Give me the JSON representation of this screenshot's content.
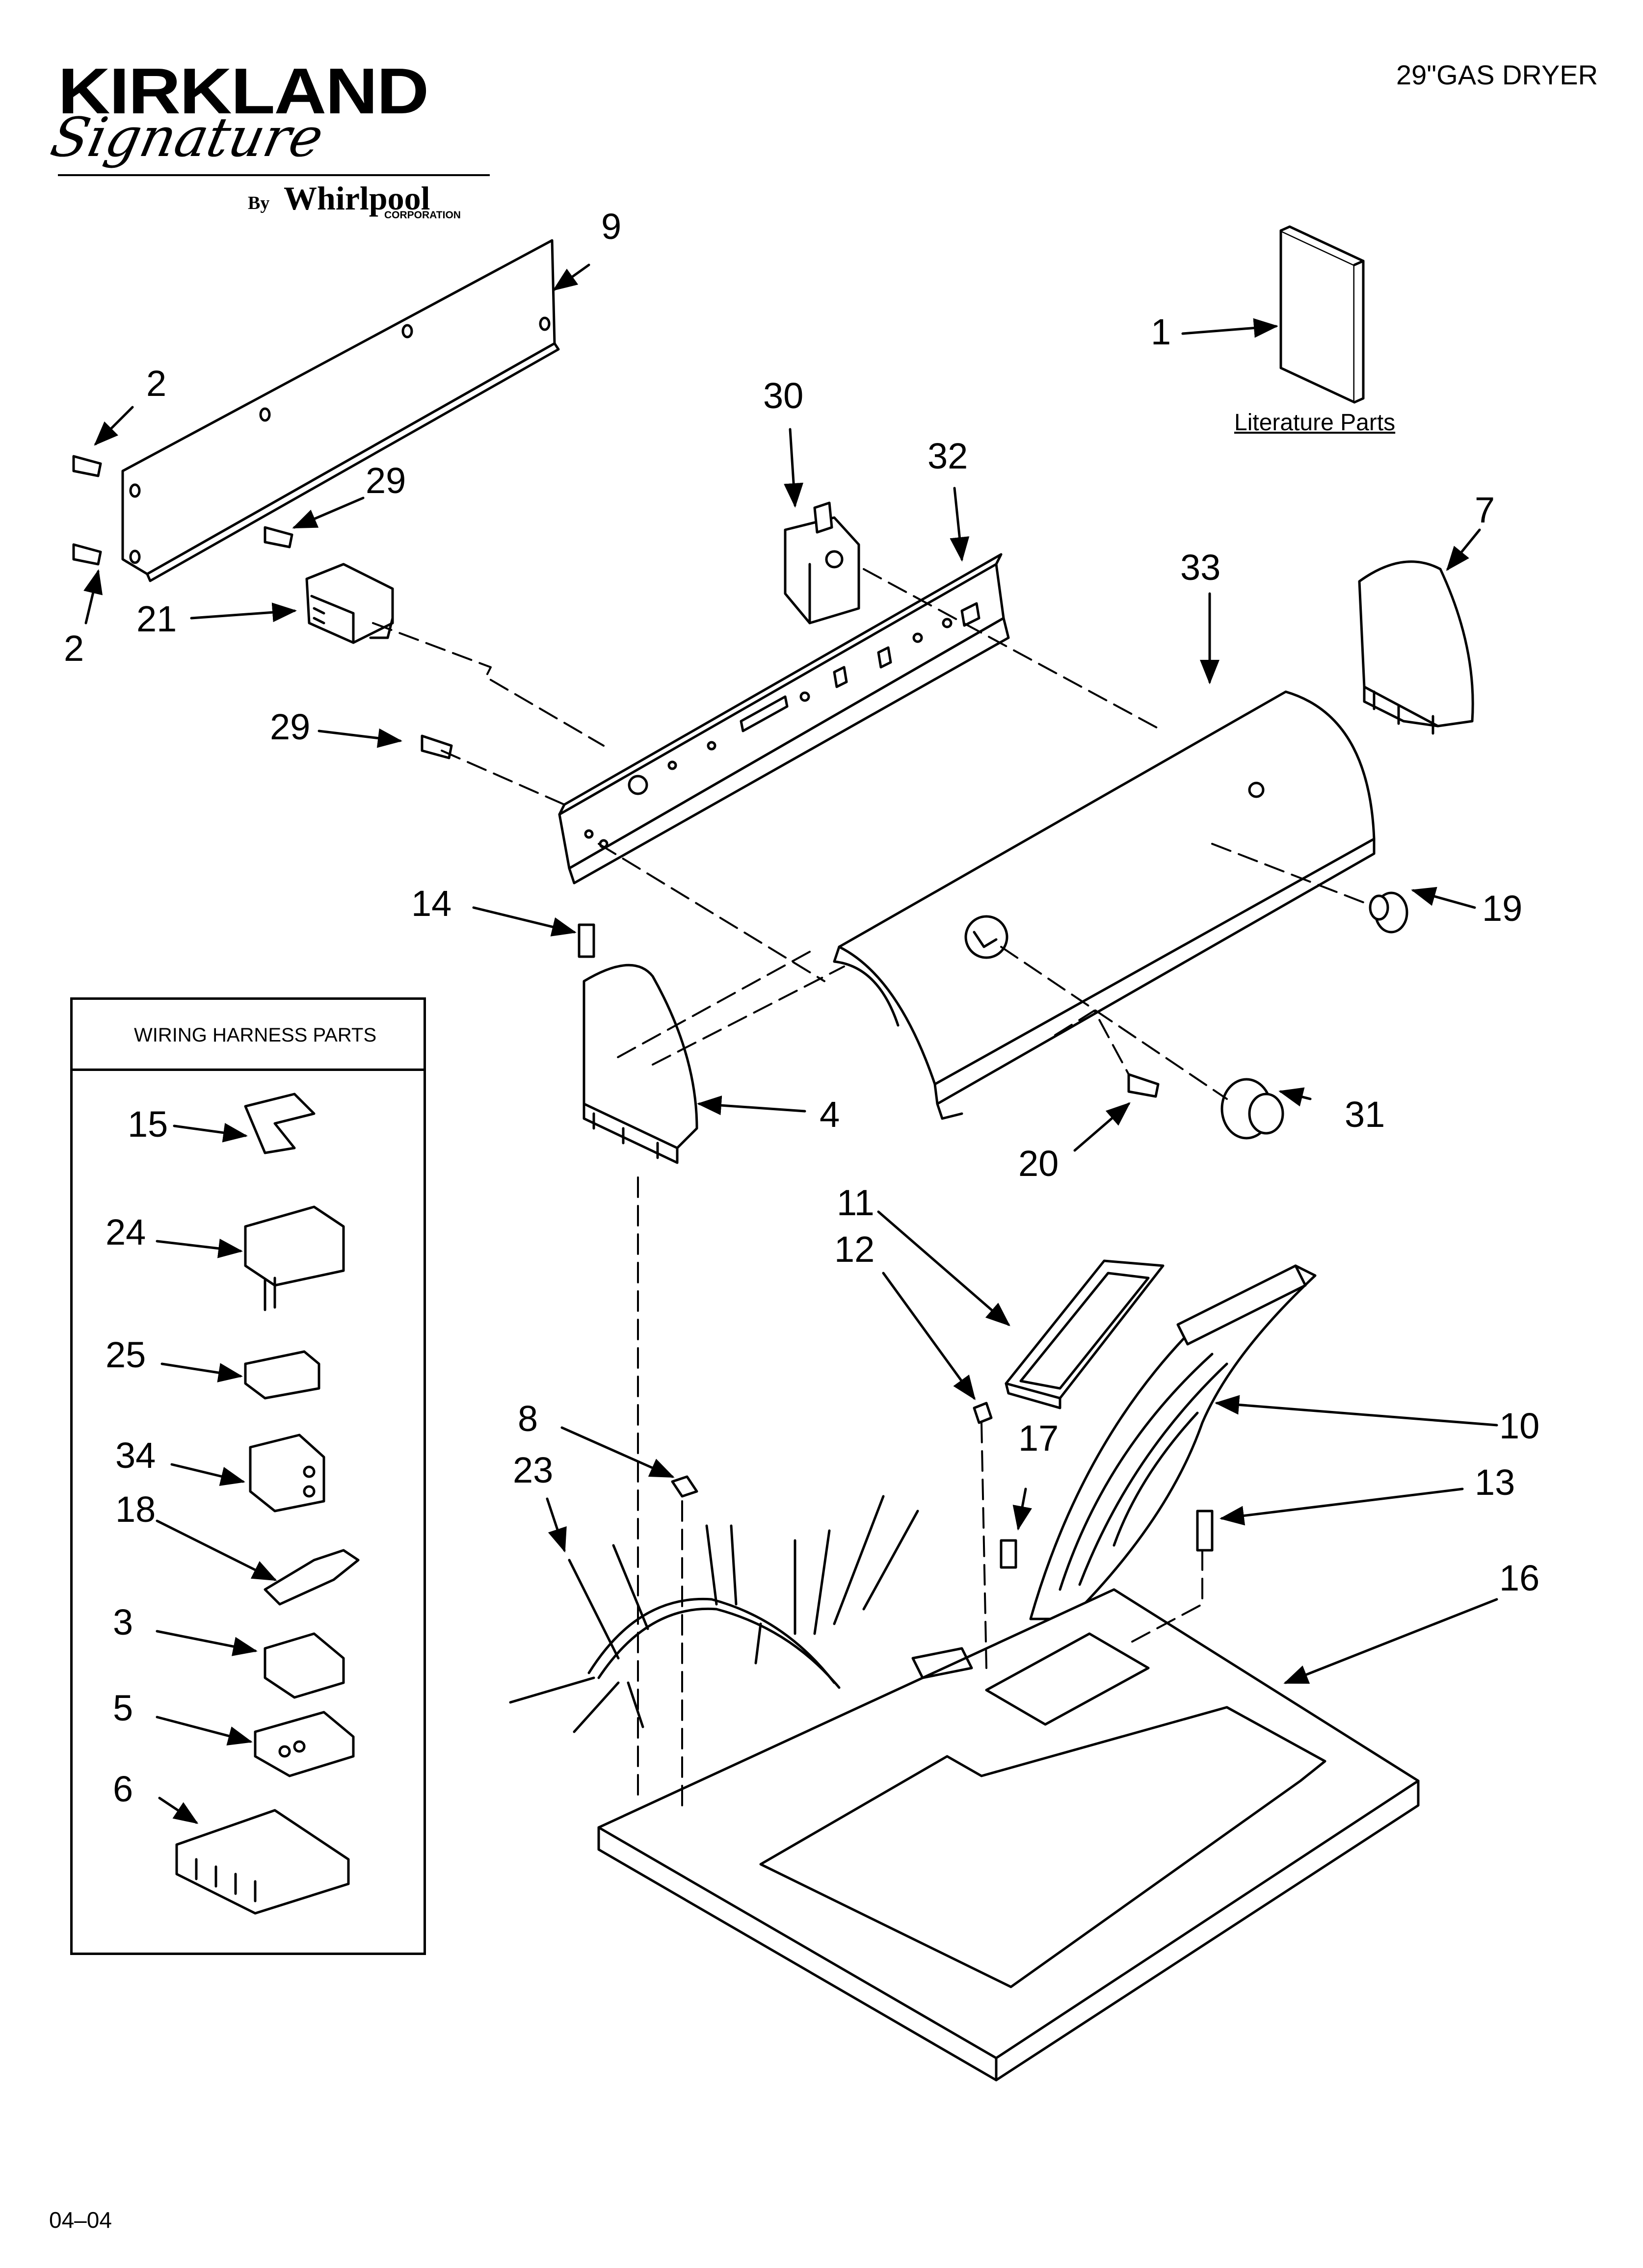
{
  "header": {
    "brand": "KIRKLAND",
    "brand_script": "Signature",
    "by_text": "By",
    "maker": "Whirlpool",
    "maker_sub": "CORPORATION",
    "model_title": "29\"GAS DRYER"
  },
  "footer": {
    "code": "04–04"
  },
  "literature_label": "Literature Parts",
  "wiring_box_title": "WIRING HARNESS PARTS",
  "callouts": {
    "c1": "1",
    "c2a": "2",
    "c2b": "2",
    "c3": "3",
    "c4": "4",
    "c5": "5",
    "c6": "6",
    "c7": "7",
    "c8": "8",
    "c9": "9",
    "c10": "10",
    "c11": "11",
    "c12": "12",
    "c13": "13",
    "c14": "14",
    "c15": "15",
    "c16": "16",
    "c17": "17",
    "c18": "18",
    "c19": "19",
    "c20": "20",
    "c21": "21",
    "c23": "23",
    "c24": "24",
    "c25": "25",
    "c29a": "29",
    "c29b": "29",
    "c30": "30",
    "c31": "31",
    "c32": "32",
    "c33": "33",
    "c34": "34"
  }
}
